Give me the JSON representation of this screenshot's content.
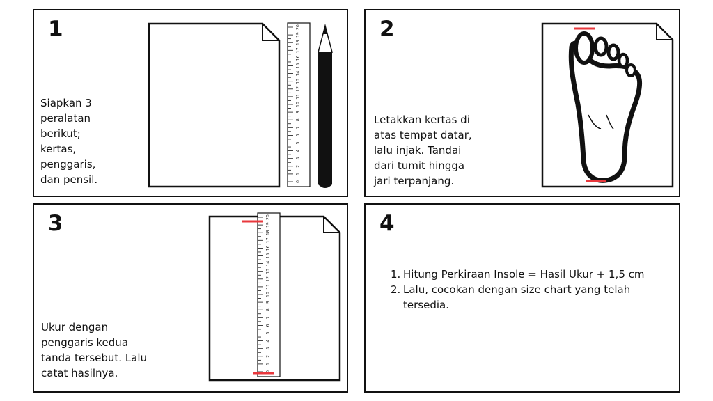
{
  "steps": [
    {
      "number": "1",
      "text": "Siapkan 3\nperalatan\nberikut;\nkertas,\npenggaris,\ndan pensil."
    },
    {
      "number": "2",
      "text": "Letakkan kertas di\natas tempat datar,\nlalu injak. Tandai\ndari tumit hingga\njari terpanjang."
    },
    {
      "number": "3",
      "text": "Ukur dengan\npenggaris kedua\ntanda tersebut. Lalu\ncatat hasilnya."
    },
    {
      "number": "4",
      "items": [
        {
          "n": "1.",
          "text": "Hitung Perkiraan Insole = Hasil Ukur + 1,5 cm"
        },
        {
          "n": "2.",
          "text": "Lalu, cocokan dengan size chart yang telah tersedia."
        }
      ]
    }
  ],
  "colors": {
    "ink": "#111111",
    "mark": "#e8383d",
    "paper": "#ffffff"
  }
}
